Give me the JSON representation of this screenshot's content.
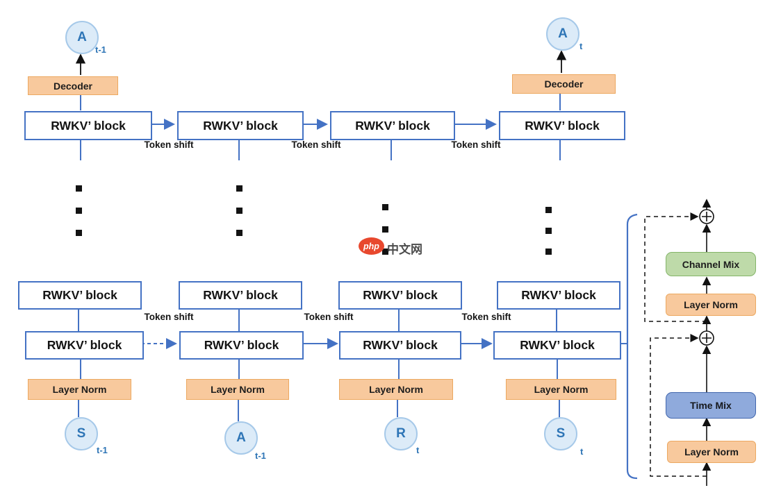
{
  "colors": {
    "block_border_blue": "#4472c4",
    "connector_blue": "#4472c4",
    "node_fill": "#dcebf8",
    "node_border": "#a6c9e9",
    "node_text_blue": "#2e75b6",
    "orange_fill": "#f8c99d",
    "orange_border": "#eca860",
    "green_fill": "#bedaa9",
    "green_border": "#83b468",
    "timemix_fill": "#8faadc",
    "timemix_border": "#4166ad",
    "watermark_red": "#e8482e",
    "arrow_black": "#111111"
  },
  "top": {
    "circles": [
      {
        "label": "A",
        "sub": "t-1"
      },
      {
        "label": "A",
        "sub": "t"
      }
    ],
    "decoder_labels": [
      "Decoder",
      "Decoder"
    ],
    "block_labels": [
      "RWKV’ block",
      "RWKV’ block",
      "RWKV’ block",
      "RWKV’ block"
    ],
    "token_shift_labels": [
      "Token shift",
      "Token shift",
      "Token shift"
    ]
  },
  "watermark": {
    "badge": "php",
    "text": "中文网"
  },
  "bottom": {
    "row1_block_labels": [
      "RWKV’ block",
      "RWKV’ block",
      "RWKV’ block",
      "RWKV’ block"
    ],
    "row2_block_labels": [
      "RWKV’ block",
      "RWKV’ block",
      "RWKV’ block",
      "RWKV’ block"
    ],
    "token_shift_labels": [
      "Token shift",
      "Token shift",
      "Token shift"
    ],
    "layer_norm_labels": [
      "Layer Norm",
      "Layer Norm",
      "Layer Norm",
      "Layer Norm"
    ],
    "circles": [
      {
        "label": "S",
        "sub": "t-1"
      },
      {
        "label": "A",
        "sub": "t-1"
      },
      {
        "label": "R",
        "sub": "t"
      },
      {
        "label": "S",
        "sub": "t"
      }
    ]
  },
  "detail": {
    "channel_mix_label": "Channel Mix",
    "layer_norm_top_label": "Layer Norm",
    "time_mix_label": "Time Mix",
    "layer_norm_bottom_label": "Layer Norm"
  }
}
